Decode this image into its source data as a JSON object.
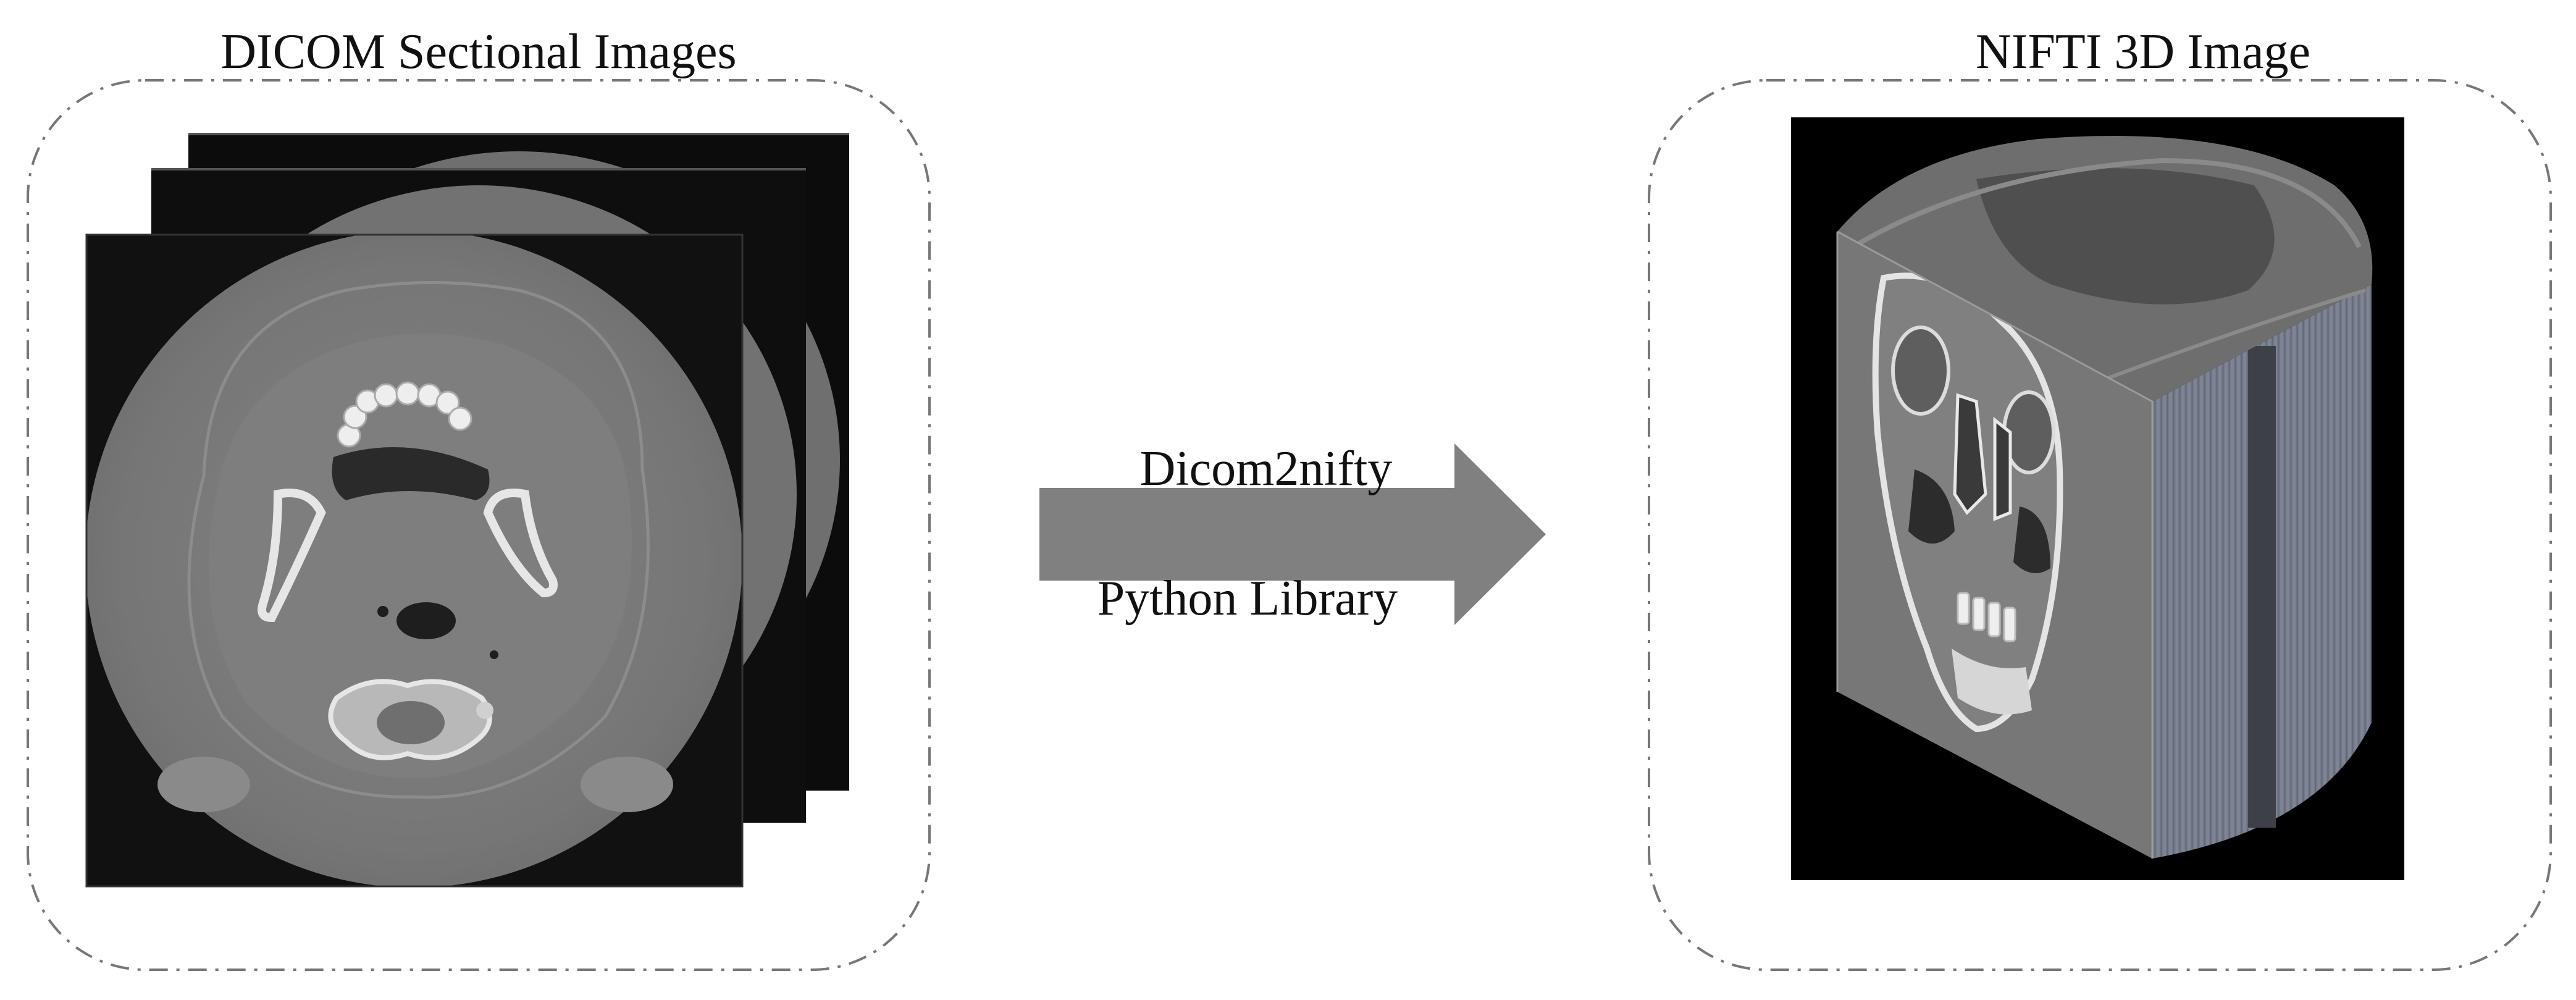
{
  "left_panel": {
    "title": "DICOM Sectional Images"
  },
  "arrow": {
    "label_top": "Dicom2nifty",
    "label_bottom": "Python Library"
  },
  "right_panel": {
    "title": "NIFTI 3D Image"
  },
  "colors": {
    "frame_stroke": "#777777",
    "arrow_fill": "#808080",
    "scan_background": "#0a0a0a",
    "tissue_gray": "#7a7a7a",
    "bone_white": "#e8e8e8"
  }
}
